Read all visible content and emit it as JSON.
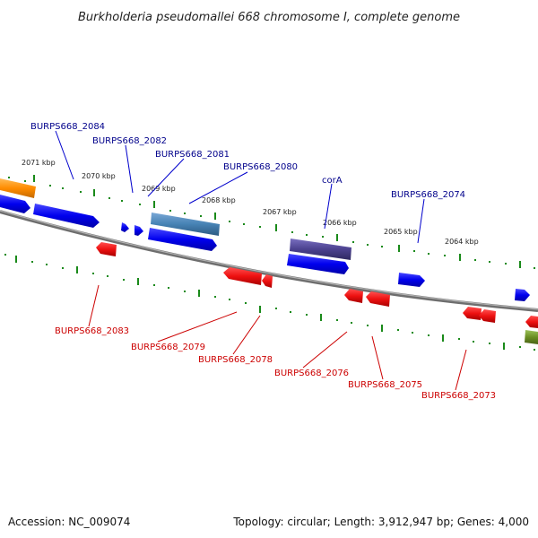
{
  "title": "Burkholderia pseudomallei 668 chromosome I, complete genome",
  "footer": {
    "accession": "Accession: NC_009074",
    "summary": "Topology: circular; Length: 3,912,947 bp; Genes: 4,000"
  },
  "colors": {
    "forward_label": "#00008b",
    "reverse_label": "#cc0000",
    "forward_gene": "#0000ee",
    "reverse_gene": "#ee1111",
    "backbone": "#888888",
    "tick": "#1a8a1a"
  },
  "scale_labels": [
    "2071 kbp",
    "2070 kbp",
    "2069 kbp",
    "2068 kbp",
    "2067 kbp",
    "2066 kbp",
    "2065 kbp",
    "2064 kbp"
  ],
  "forward_labels": [
    "BURPS668_2084",
    "BURPS668_2082",
    "BURPS668_2081",
    "BURPS668_2080",
    "corA",
    "BURPS668_2074"
  ],
  "reverse_labels": [
    "BURPS668_2083",
    "BURPS668_2079",
    "BURPS668_2078",
    "BURPS668_2076",
    "BURPS668_2075",
    "BURPS668_2073"
  ]
}
